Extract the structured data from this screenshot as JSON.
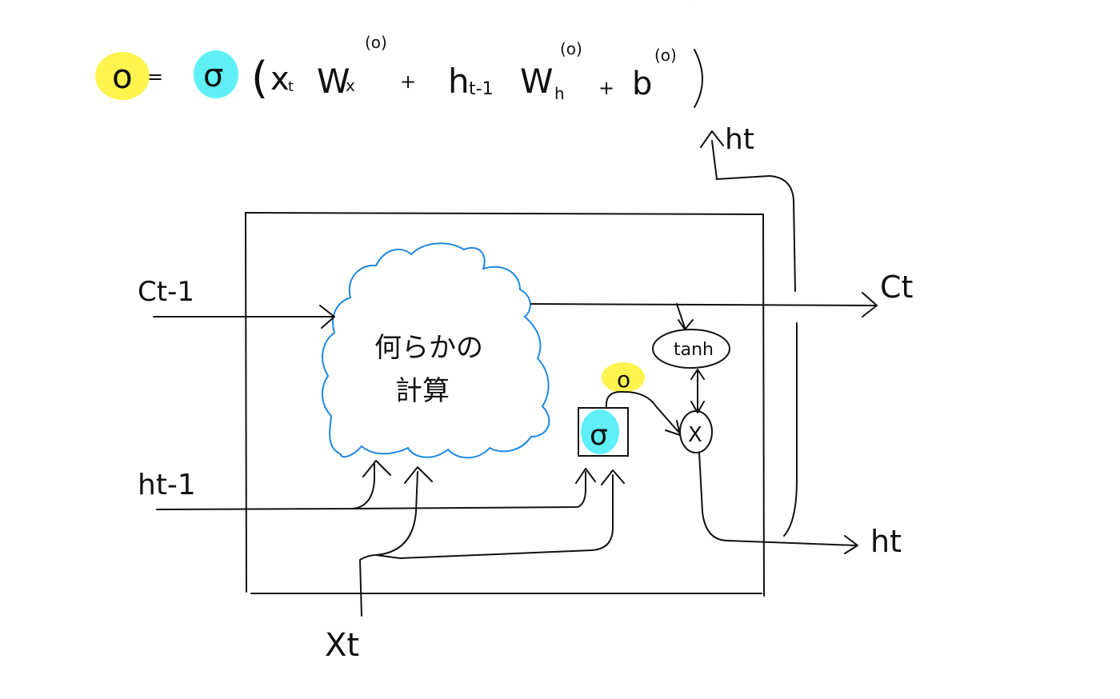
{
  "equation": {
    "lhs": "o",
    "equals": "=",
    "sigma": "σ",
    "open_paren": "(",
    "term1_x": "x",
    "term1_x_sub": "t",
    "term1_w": "W",
    "term1_w_sub": "x",
    "term1_w_sup": "(o)",
    "plus1": "+",
    "term2_h": "h",
    "term2_h_sub": "t-1",
    "term2_w": "W",
    "term2_w_sub": "h",
    "term2_w_sup": "(o)",
    "plus2": "+",
    "term3_b": "b",
    "term3_b_sup": "(o)",
    "close_paren": ")"
  },
  "labels": {
    "c_prev": "Ct-1",
    "h_prev": "ht-1",
    "x_t": "Xt",
    "c_t": "Ct",
    "h_t_out_top": "ht",
    "h_t_out_right": "ht",
    "cloud_line1": "何らかの",
    "cloud_line2": "計算",
    "tanh": "tanh",
    "multiply": "X",
    "gate_sigma": "σ",
    "gate_output": "o"
  },
  "colors": {
    "yellow_highlight": "#fff44f",
    "cyan_highlight": "#5ef0f5",
    "cloud_stroke": "#1e88e5",
    "ink": "#111111"
  }
}
